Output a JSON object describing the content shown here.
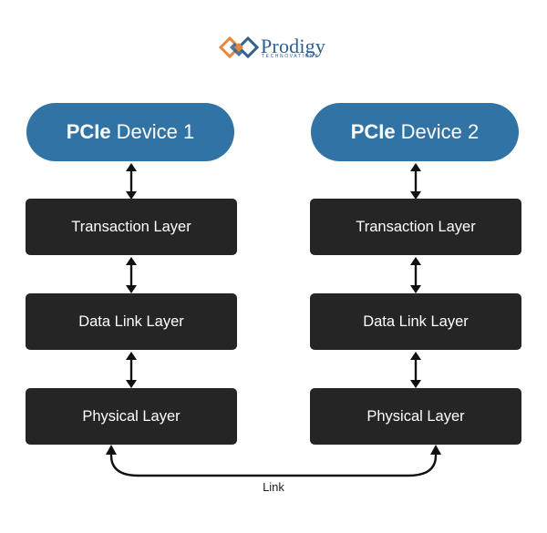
{
  "logo": {
    "name": "Prodigy",
    "subtitle": "TECHNOVATIONS",
    "icon": "prodigy-logo-mark"
  },
  "colors": {
    "device_fill": "#3173a4",
    "layer_fill": "#252525",
    "logo_blue": "#2e5f8f",
    "logo_orange": "#e8873a"
  },
  "devices": [
    {
      "name_bold": "PCIe",
      "name_rest": "Device 1",
      "layers": [
        "Transaction Layer",
        "Data Link Layer",
        "Physical Layer"
      ]
    },
    {
      "name_bold": "PCIe",
      "name_rest": "Device 2",
      "layers": [
        "Transaction Layer",
        "Data Link Layer",
        "Physical Layer"
      ]
    }
  ],
  "link_label": "Link"
}
